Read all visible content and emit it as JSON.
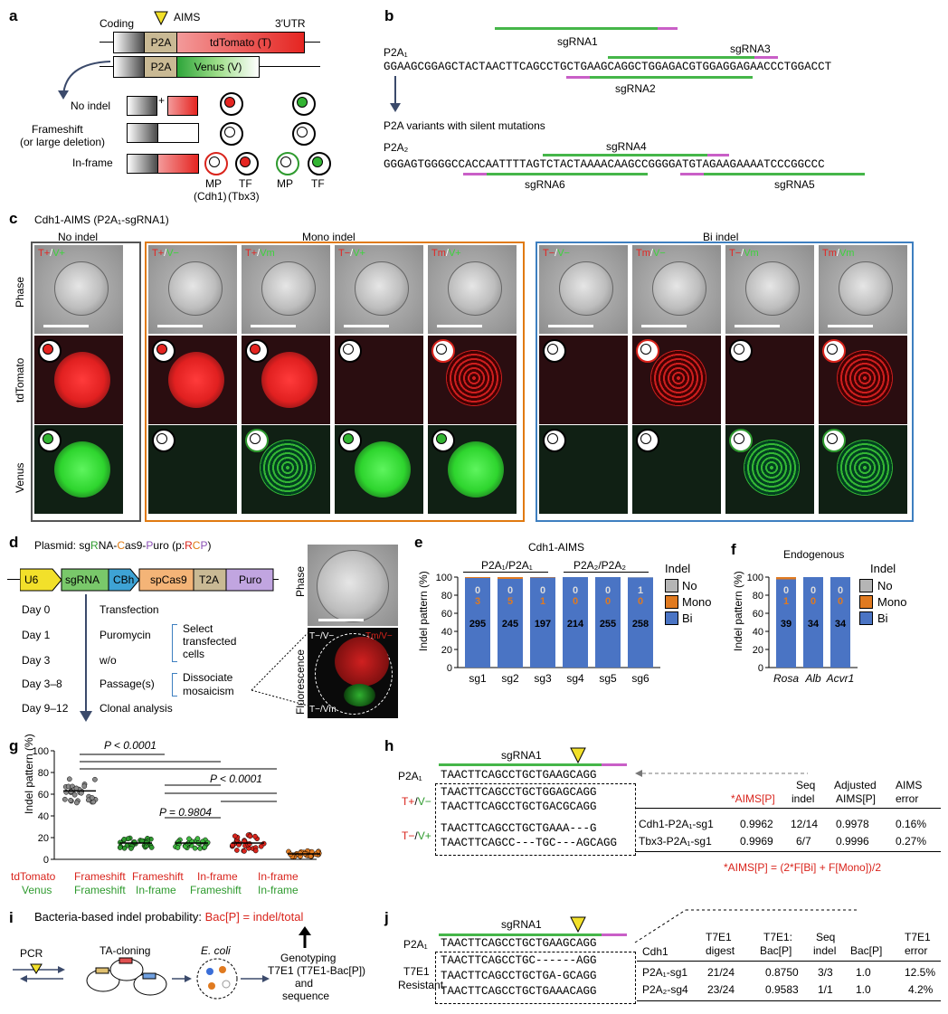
{
  "panel_labels": {
    "a": "a",
    "b": "b",
    "c": "c",
    "d": "d",
    "e": "e",
    "f": "f",
    "g": "g",
    "h": "h",
    "i": "i",
    "j": "j"
  },
  "a": {
    "coding": "Coding",
    "aims": "AIMS",
    "utr": "3′UTR",
    "p2a": "P2A",
    "tdtomato": "tdTomato (T)",
    "venus": "Venus (V)",
    "no_indel": "No indel",
    "plus": "+",
    "frameshift": "Frameshift",
    "frameshift2": "(or large deletion)",
    "inframe": "In-frame",
    "mp": "MP",
    "tf": "TF",
    "cdh1": "(Cdh1)",
    "tbx3": "(Tbx3)"
  },
  "b": {
    "p2a1": "P2A₁",
    "seq1": "GGAAGCGGAGCTACTAACTTCAGCCTGCTGAAGCAGGCTGGAGACGTGGAGGAGAACCCTGGACCT",
    "sg1": "sgRNA1",
    "sg2": "sgRNA2",
    "sg3": "sgRNA3",
    "variants": "P2A variants with silent mutations",
    "p2a2": "P2A₂",
    "seq2": "GGGAGTGGGGCCACCAATTTTAGTCTACTAAAACAAGCCGGGGATGTAGAAGAAAATCCCGGCCC",
    "sg4": "sgRNA4",
    "sg5": "sgRNA5",
    "sg6": "sgRNA6"
  },
  "c": {
    "title": "Cdh1-AIMS (P2A₁-sgRNA1)",
    "no_indel": "No indel",
    "mono": "Mono indel",
    "bi": "Bi indel",
    "row_phase": "Phase",
    "row_td": "tdTomato",
    "row_venus": "Venus",
    "cols": [
      {
        "t": "T+",
        "v": "V+"
      },
      {
        "t": "T+",
        "v": "V−"
      },
      {
        "t": "T+",
        "v": "Vm"
      },
      {
        "t": "T−",
        "v": "V+"
      },
      {
        "t": "Tm",
        "v": "V+"
      },
      {
        "t": "T−",
        "v": "V−"
      },
      {
        "t": "Tm",
        "v": "V−"
      },
      {
        "t": "T−",
        "v": "Vm"
      },
      {
        "t": "Tm",
        "v": "Vm"
      }
    ]
  },
  "d": {
    "plasmid": "Plasmid: sgRNA-Cas9-Puro (p:RCP)",
    "u6": "U6",
    "sgrna": "sgRNA",
    "cbh": "CBh",
    "cas9": "spCas9",
    "t2a": "T2A",
    "puro": "Puro",
    "days": [
      "Day 0",
      "Day 1",
      "Day 3",
      "Day 3–8",
      "Day 9–12"
    ],
    "steps": [
      "Transfection",
      "Puromycin",
      "w/o",
      "Passage(s)",
      "Clonal analysis"
    ],
    "select": "Select",
    "transfected": "transfected",
    "cells": "cells",
    "dissociate": "Dissociate",
    "mosaicism": "mosaicism",
    "phase": "Phase",
    "fluorescence": "Fluorescence",
    "tv1": "T−/V−",
    "tv2": "Tm/V−",
    "tv3": "T−/Vm"
  },
  "e": {
    "title": "Cdh1-AIMS",
    "group1": "P2A₁/P2A₁",
    "group2": "P2A₂/P2A₂",
    "ylabel": "Indel pattern (%)",
    "legend_title": "Indel",
    "legend": [
      "No",
      "Mono",
      "Bi"
    ]
  },
  "f": {
    "title": "Endogenous",
    "ylabel": "Indel pattern (%)",
    "legend_title": "Indel",
    "legend": [
      "No",
      "Mono",
      "Bi"
    ]
  },
  "g": {
    "ylabel": "Indel pattern (%)",
    "p1": "P < 0.0001",
    "p2": "P < 0.0001",
    "p3": "P = 0.9804",
    "cats": [
      {
        "top": "tdTomato",
        "bot": "Venus"
      },
      {
        "top": "Frameshift",
        "bot": "Frameshift"
      },
      {
        "top": "Frameshift",
        "bot": "In-frame"
      },
      {
        "top": "In-frame",
        "bot": "Frameshift"
      },
      {
        "top": "In-frame",
        "bot": "In-frame"
      }
    ]
  },
  "h": {
    "sg": "sgRNA1",
    "p2a1": "P2A₁",
    "ref": "TAACTTCAGCCTGCTGAAGCAGG",
    "s1": "TAACTTCAGCCTGCTGGAGCAGG",
    "s2": "TAACTTCAGCCTGCTGACGCAGG",
    "s3": "TAACTTCAGCCTGCTGAAA---G",
    "s4": "TAACTTCAGCC---TGC---AGCAGG",
    "tv1": "T+/V−",
    "tv2": "T−/V+",
    "hdr": [
      "*AIMS[P]",
      "Seq indel",
      "Adjusted AIMS[P]",
      "AIMS error"
    ],
    "rows": [
      [
        "Cdh1-P2A₁-sg1",
        "0.9962",
        "12/14",
        "0.9978",
        "0.16%"
      ],
      [
        "Tbx3-P2A₁-sg1",
        "0.9969",
        "6/7",
        "0.9996",
        "0.27%"
      ]
    ],
    "formula": "*AIMS[P] = (2*F[Bi] + F[Mono])/2"
  },
  "i": {
    "title": "Bacteria-based indel probability: ",
    "bac": "Bac[P] = indel/total",
    "pcr": "PCR",
    "ta": "TA-cloning",
    "ecoli": "E. coli",
    "geno1": "Genotyping",
    "geno2": "T7E1 (T7E1-Bac[P])",
    "geno3": "and",
    "geno4": "sequence"
  },
  "j": {
    "sg": "sgRNA1",
    "p2a1": "P2A₁",
    "ref": "TAACTTCAGCCTGCTGAAGCAGG",
    "t7": "T7E1",
    "res": "Resistant",
    "s1": "TAACTTCAGCCTGC------AGG",
    "s2": "TAACTTCAGCCTGCTGA-GCAGG",
    "s3": "TAACTTCAGCCTGCTGAAACAGG",
    "hdr": [
      "Cdh1",
      "T7E1 digest",
      "T7E1: Bac[P]",
      "Seq indel",
      "Bac[P]",
      "T7E1 error"
    ],
    "rows": [
      [
        "P2A₁-sg1",
        "21/24",
        "0.8750",
        "3/3",
        "1.0",
        "12.5%"
      ],
      [
        "P2A₂-sg4",
        "23/24",
        "0.9583",
        "1/1",
        "1.0",
        "4.2%"
      ]
    ]
  },
  "chart_data": [
    {
      "type": "bar",
      "title": "Cdh1-AIMS",
      "categories": [
        "sg1",
        "sg2",
        "sg3",
        "sg4",
        "sg5",
        "sg6"
      ],
      "ylabel": "Indel pattern (%)",
      "ylim": [
        0,
        100
      ],
      "series": [
        {
          "name": "No",
          "values": [
            0,
            0,
            0,
            0,
            0,
            1
          ]
        },
        {
          "name": "Mono",
          "values": [
            3,
            5,
            1,
            0,
            0,
            0
          ]
        },
        {
          "name": "Bi",
          "values": [
            295,
            245,
            197,
            214,
            255,
            258
          ]
        }
      ]
    },
    {
      "type": "bar",
      "title": "Endogenous",
      "categories": [
        "Rosa",
        "Alb",
        "Acvr1"
      ],
      "ylabel": "Indel pattern (%)",
      "ylim": [
        0,
        100
      ],
      "series": [
        {
          "name": "No",
          "values": [
            0,
            0,
            0
          ]
        },
        {
          "name": "Mono",
          "values": [
            1,
            0,
            0
          ]
        },
        {
          "name": "Bi",
          "values": [
            39,
            34,
            34
          ]
        }
      ]
    },
    {
      "type": "scatter",
      "ylabel": "Indel pattern (%)",
      "ylim": [
        0,
        100
      ],
      "categories": [
        "tdTomato/Venus",
        "Frameshift/Frameshift",
        "Frameshift/In-frame",
        "In-frame/Frameshift",
        "In-frame/In-frame"
      ],
      "medians": [
        63,
        15,
        15,
        15,
        5
      ]
    }
  ]
}
